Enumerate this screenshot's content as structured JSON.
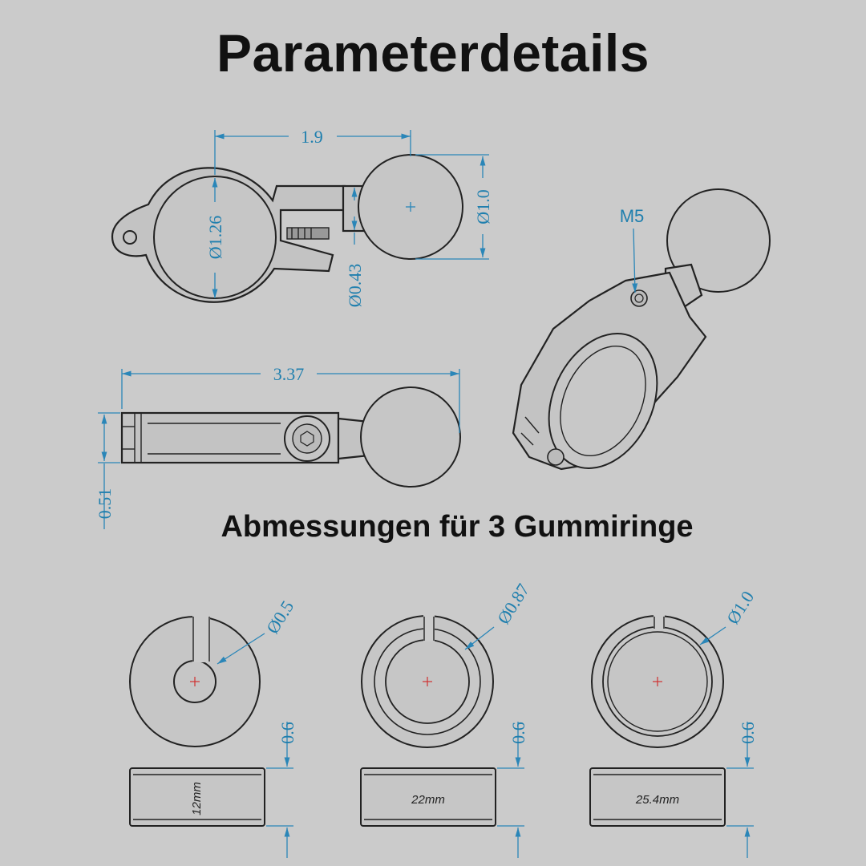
{
  "title": "Parameterdetails",
  "subtitle": "Abmessungen für 3 Gummiringe",
  "dimensions": {
    "top_view_width": "1.9",
    "clamp_diameter": "Ø1.26",
    "ball_diameter": "Ø1.0",
    "neck_diameter": "Ø0.43",
    "side_length": "3.37",
    "side_height": "0.51",
    "screw_thread": "M5"
  },
  "rings": [
    {
      "inner_diameter": "Ø0.5",
      "height": "0.6",
      "size_label": "12mm"
    },
    {
      "inner_diameter": "Ø0.87",
      "height": "0.6",
      "size_label": "22mm"
    },
    {
      "inner_diameter": "Ø1.0",
      "height": "0.6",
      "size_label": "25.4mm"
    }
  ],
  "colors": {
    "background": "#cbcbcb",
    "dimension": "#1f7fae",
    "outline": "#222222",
    "center_mark": "#d03030"
  }
}
